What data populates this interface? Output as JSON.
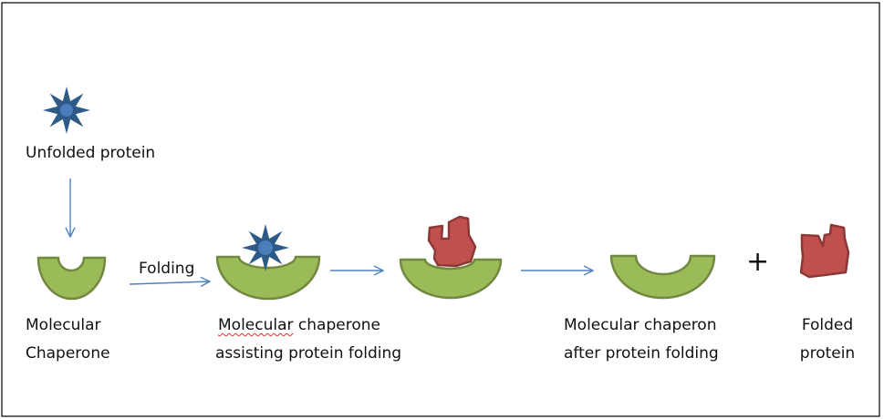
{
  "labels": {
    "unfolded_protein": "Unfolded protein",
    "folding": "Folding",
    "molecular_chaperone_line1": "Molecular",
    "molecular_chaperone_line2": "Chaperone",
    "assisting_line1_word": "Molecular",
    "assisting_line1_rest": " chaperone",
    "assisting_line2": "assisting protein folding",
    "after_line1": "Molecular chaperon",
    "after_line2": "after protein folding",
    "plus": "+",
    "folded_line1": "Folded",
    "folded_line2": "protein"
  },
  "colors": {
    "chaperone_fill": "#9bbb59",
    "chaperone_stroke": "#71893f",
    "star_fill": "#2e5a88",
    "star_center": "#4a7ebb",
    "folded_fill": "#c0504d",
    "folded_stroke": "#8c3836",
    "arrow": "#4f81bd",
    "spellcheck": "#e03030"
  }
}
